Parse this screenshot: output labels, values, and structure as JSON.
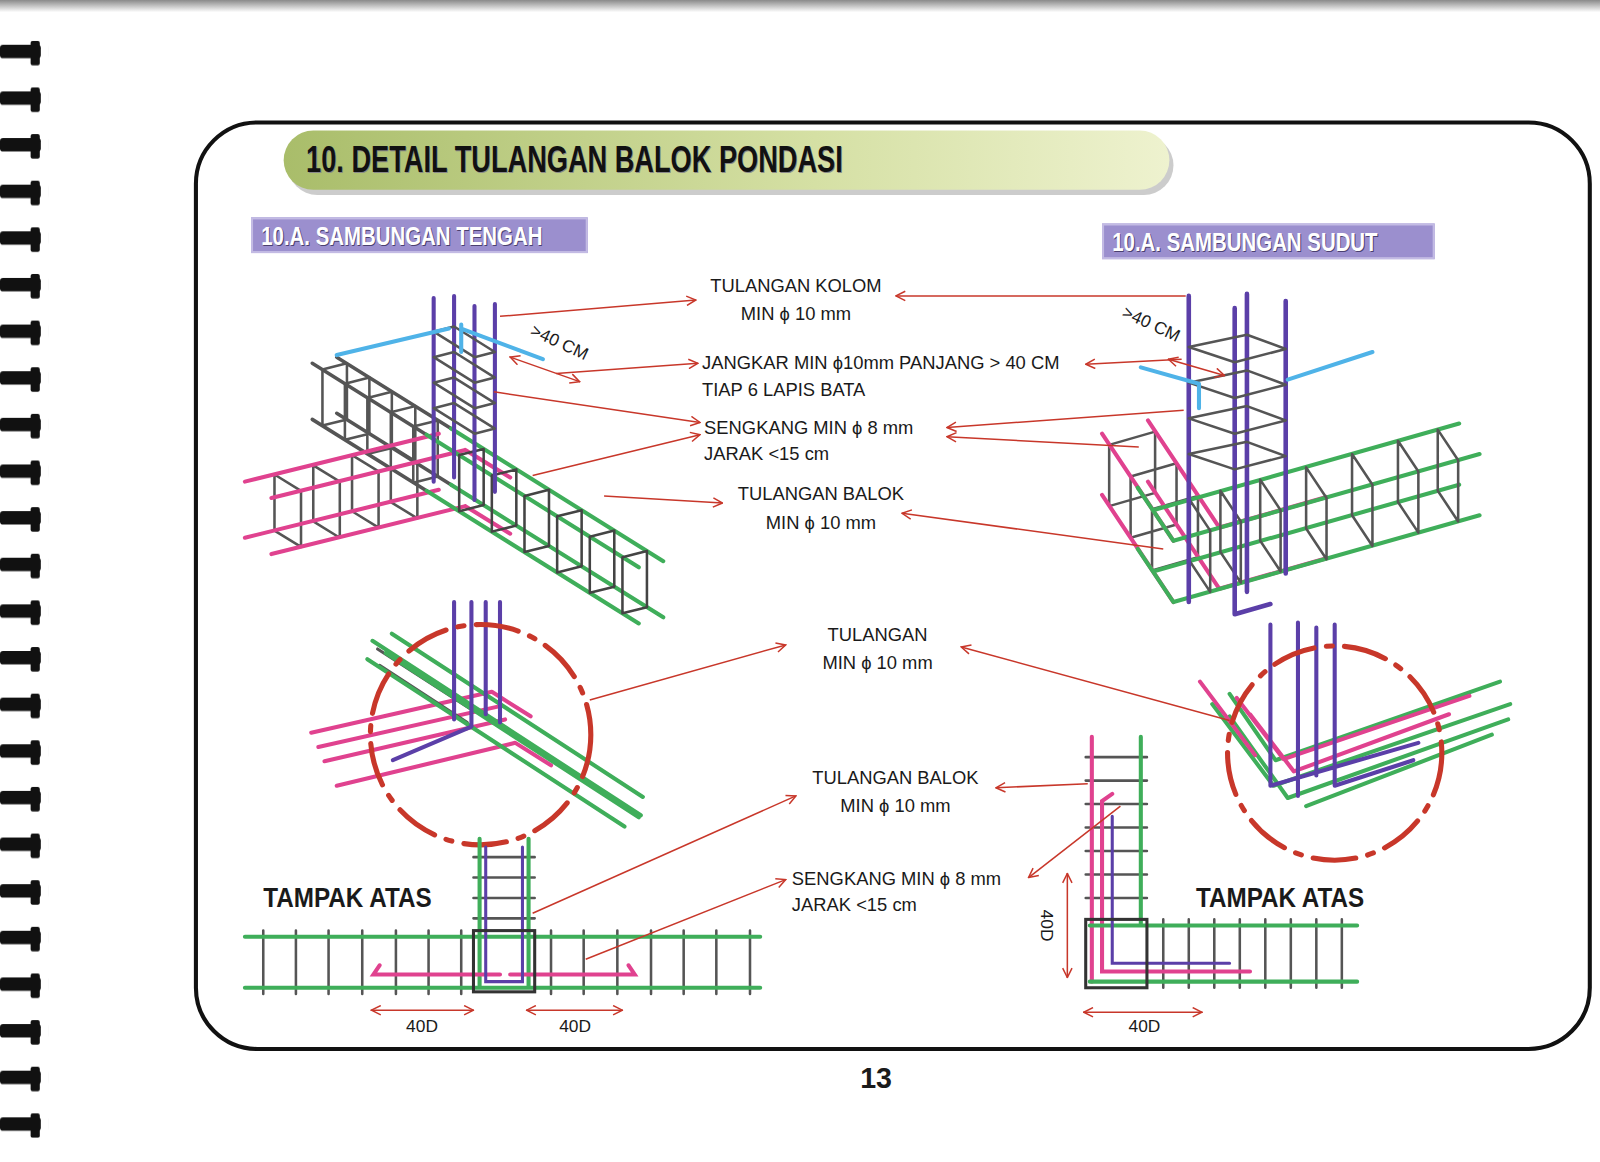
{
  "diagram": {
    "title": "10. DETAIL TULANGAN BALOK PONDASI",
    "nodes": [
      {
        "text": [
          "10.A. SAMBUNGAN TENGAH"
        ]
      },
      {
        "text": [
          "10.A. SAMBUNGAN SUDUT"
        ]
      }
    ],
    "labels": [
      "TULANGAN KOLOM MIN ϕ 10 mm",
      ">40 CM",
      ">40 CM",
      "JANGKAR MIN ϕ10mm PANJANG > 40 CM TIAP 6 LAPIS BATA",
      "SENGKANG MIN ϕ 8 mm JARAK <15 cm",
      "TULANGAN BALOK MIN ϕ 10 mm",
      "TULANGAN MIN ϕ 10 mm",
      "TULANGAN BALOK MIN ϕ 10 mm",
      "SENGKANG MIN ϕ 8 mm JARAK <15 cm",
      "TAMPAK ATAS",
      "TAMPAK ATAS",
      "40D",
      "40D",
      "40D",
      "40D",
      "13"
    ]
  }
}
